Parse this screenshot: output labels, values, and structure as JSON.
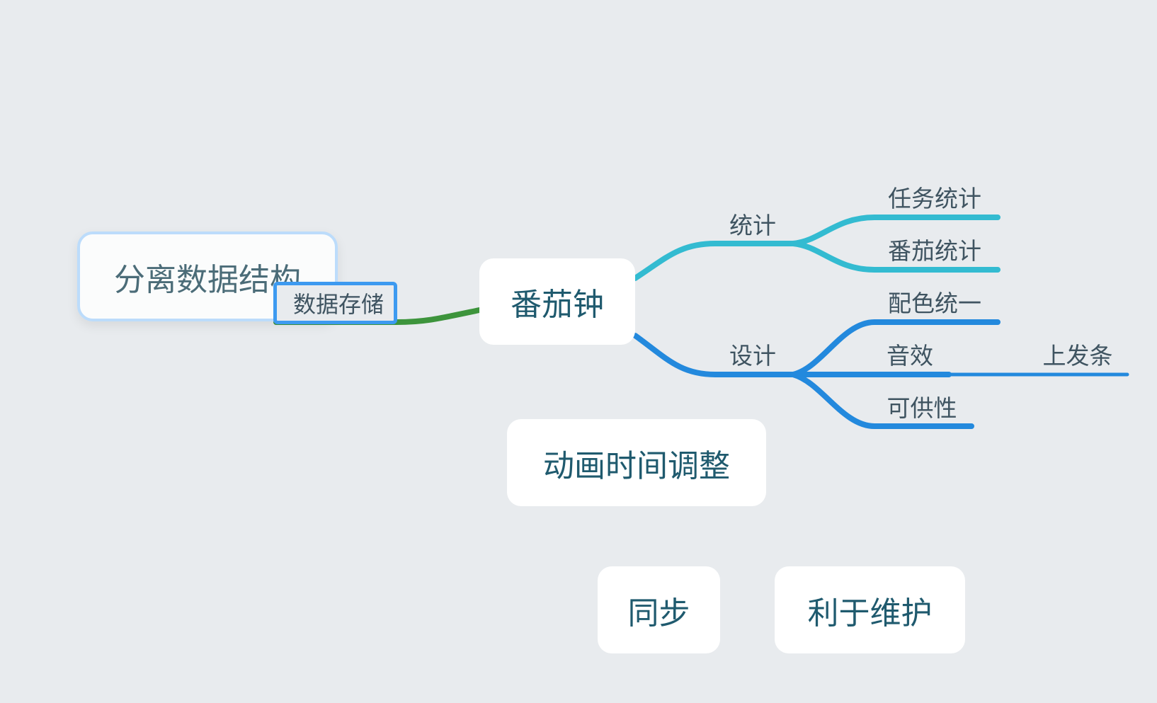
{
  "colors": {
    "background": "#e8ebee",
    "stats_branch": "#33bbd1",
    "design_branch": "#2389dd",
    "storage_branch": "#3d943c",
    "selection": "#3d9af0"
  },
  "root": {
    "label": "番茄钟"
  },
  "branches": {
    "storage": {
      "label": "数据存储"
    },
    "stats": {
      "label": "统计",
      "children": [
        "任务统计",
        "番茄统计"
      ]
    },
    "design": {
      "label": "设计",
      "children": [
        "配色统一",
        "音效",
        "可供性"
      ],
      "sound_child": "上发条"
    }
  },
  "dragging_node": {
    "label": "分离数据结构"
  },
  "floating_topics": [
    "动画时间调整",
    "同步",
    "利于维护"
  ]
}
